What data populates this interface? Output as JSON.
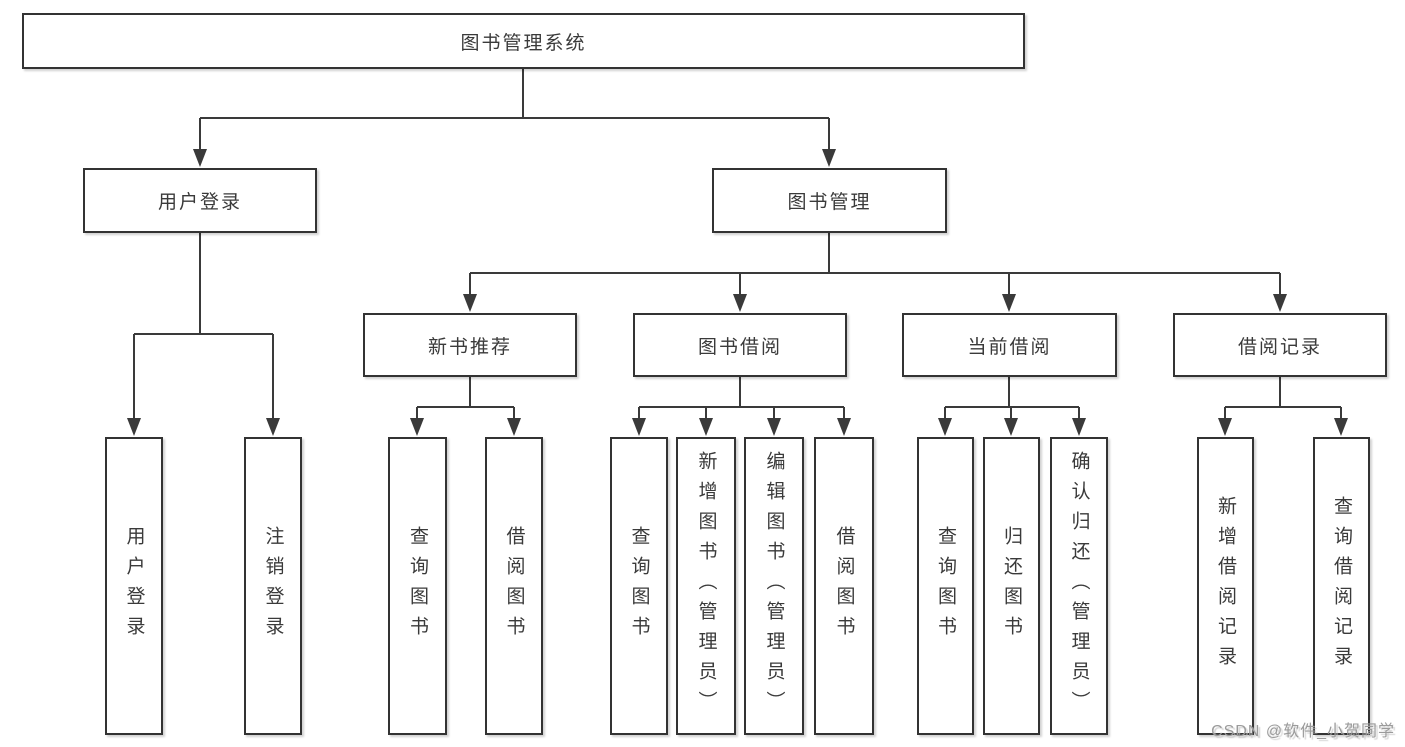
{
  "diagram": {
    "root": {
      "label": "图书管理系统"
    },
    "branches": [
      {
        "label": "用户登录",
        "children": [
          {
            "label": "用户登录"
          },
          {
            "label": "注销登录"
          }
        ]
      },
      {
        "label": "图书管理",
        "children": [
          {
            "label": "新书推荐",
            "children": [
              {
                "label": "查询图书"
              },
              {
                "label": "借阅图书"
              }
            ]
          },
          {
            "label": "图书借阅",
            "children": [
              {
                "label": "查询图书"
              },
              {
                "label": "新增图书（管理员）"
              },
              {
                "label": "编辑图书（管理员）"
              },
              {
                "label": "借阅图书"
              }
            ]
          },
          {
            "label": "当前借阅",
            "children": [
              {
                "label": "查询图书"
              },
              {
                "label": "归还图书"
              },
              {
                "label": "确认归还（管理员）"
              }
            ]
          },
          {
            "label": "借阅记录",
            "children": [
              {
                "label": "新增借阅记录"
              },
              {
                "label": "查询借阅记录"
              }
            ]
          }
        ]
      }
    ]
  },
  "watermark": {
    "text": "CSDN @软件_小贺同学"
  },
  "colors": {
    "line": "#3a3a3a",
    "border": "#333333",
    "text": "#3a3a3a",
    "watermark": "#9b9b9b",
    "background": "#ffffff"
  }
}
